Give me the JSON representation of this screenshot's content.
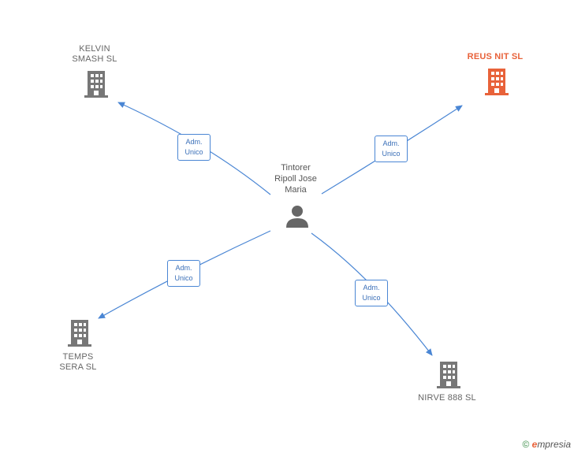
{
  "center": {
    "name": "Tintorer\nRipoll Jose\nMaria",
    "icon": "person-icon"
  },
  "companies": [
    {
      "id": "kelvin",
      "name": "KELVIN\nSMASH  SL",
      "icon": "building-icon",
      "highlight": false
    },
    {
      "id": "reus",
      "name": "REUS NIT  SL",
      "icon": "building-icon",
      "highlight": true
    },
    {
      "id": "temps",
      "name": "TEMPS\nSERA  SL",
      "icon": "building-icon",
      "highlight": false
    },
    {
      "id": "nirve",
      "name": "NIRVE 888  SL",
      "icon": "building-icon",
      "highlight": false
    }
  ],
  "edges": [
    {
      "to": "kelvin",
      "label": "Adm.\nUnico"
    },
    {
      "to": "reus",
      "label": "Adm.\nUnico"
    },
    {
      "to": "temps",
      "label": "Adm.\nUnico"
    },
    {
      "to": "nirve",
      "label": "Adm.\nUnico"
    }
  ],
  "colors": {
    "edge": "#4a86d4",
    "building": "#777777",
    "building_highlight": "#e8623a",
    "person": "#666666"
  },
  "footer": {
    "copyright": "©",
    "brand_initial": "e",
    "brand_rest": "mpresia"
  }
}
